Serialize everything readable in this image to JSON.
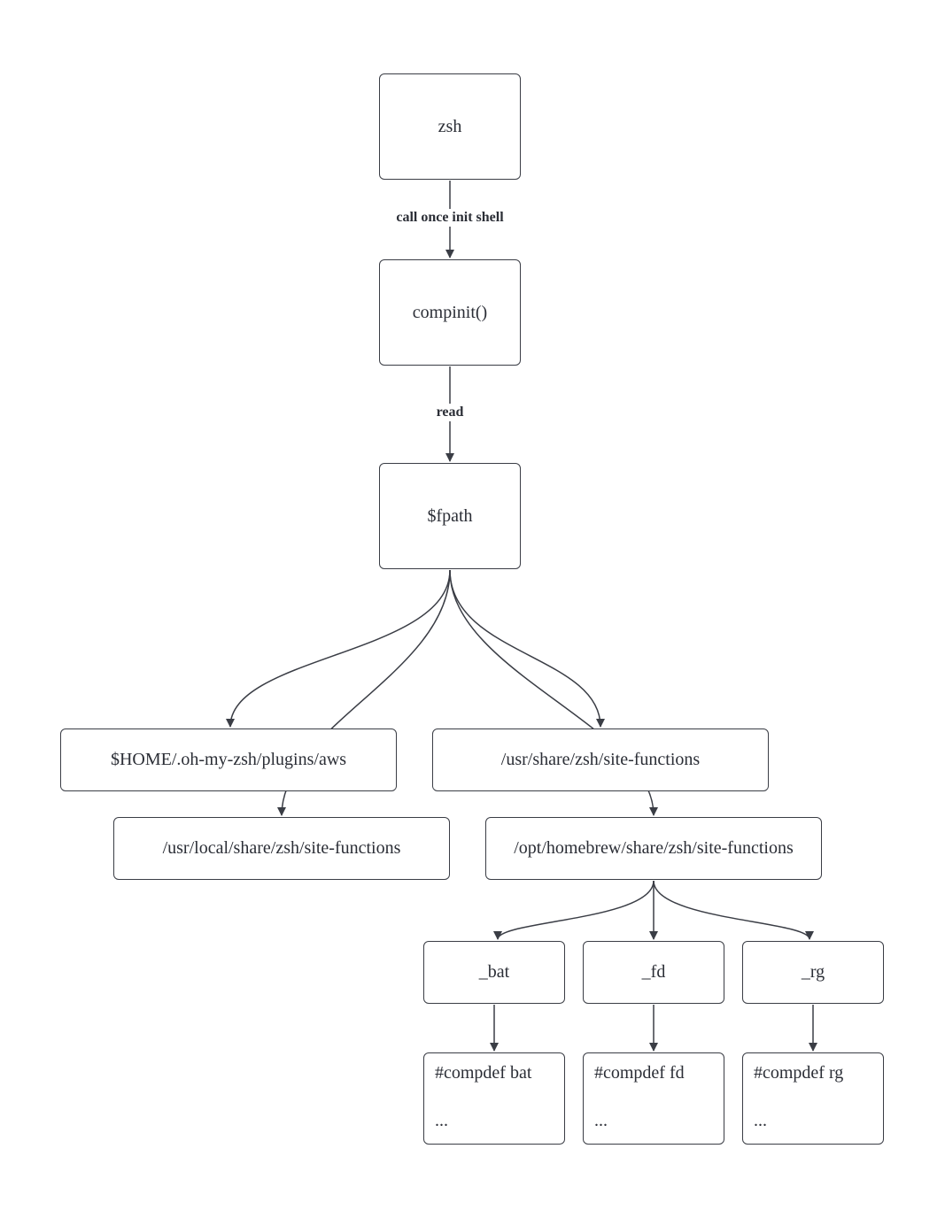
{
  "nodes": {
    "zsh": "zsh",
    "compinit": "compinit()",
    "fpath": "$fpath",
    "ohmyzsh_aws": "$HOME/.oh-my-zsh/plugins/aws",
    "usr_share": "/usr/share/zsh/site-functions",
    "usr_local_share": "/usr/local/share/zsh/site-functions",
    "opt_homebrew": "/opt/homebrew/share/zsh/site-functions",
    "bat": "_bat",
    "fd": "_fd",
    "rg": "_rg",
    "bat_content": {
      "line1": "#compdef bat",
      "line2": "..."
    },
    "fd_content": {
      "line1": "#compdef fd",
      "line2": "..."
    },
    "rg_content": {
      "line1": "#compdef rg",
      "line2": "..."
    }
  },
  "edge_labels": {
    "zsh_to_compinit": "call once init shell",
    "compinit_to_fpath": "read"
  },
  "colors": {
    "stroke": "#3a3d45",
    "text": "#2b2e36",
    "background": "#ffffff"
  }
}
